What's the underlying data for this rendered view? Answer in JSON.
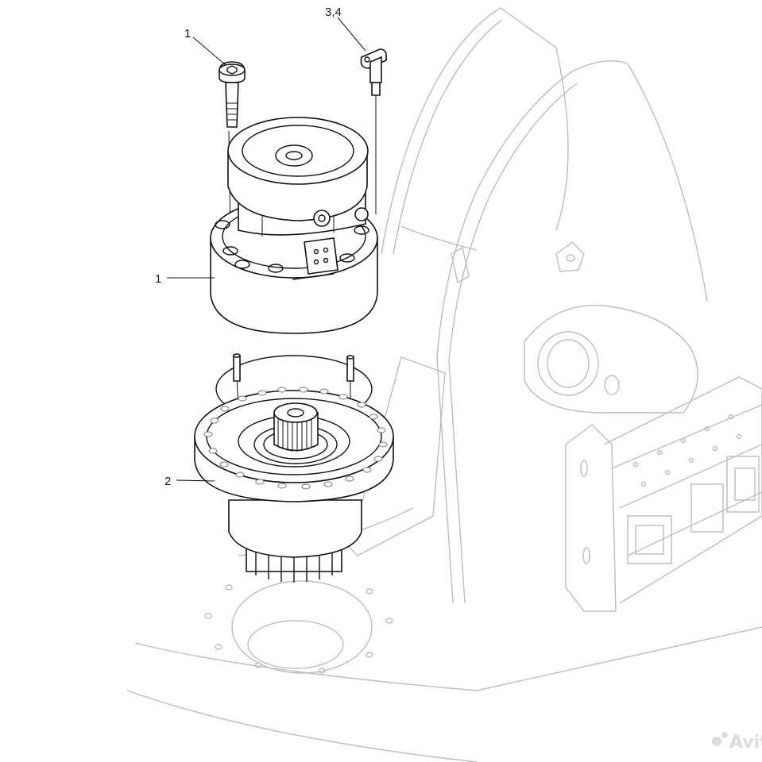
{
  "callouts": {
    "bolt": "1",
    "motor": "1",
    "fitting": "3,4",
    "gearbox": "2"
  },
  "watermark": "Avito",
  "colors": {
    "part_outline": "#111111",
    "frame_outline": "#bdbdbd",
    "background": "#ffffff"
  }
}
